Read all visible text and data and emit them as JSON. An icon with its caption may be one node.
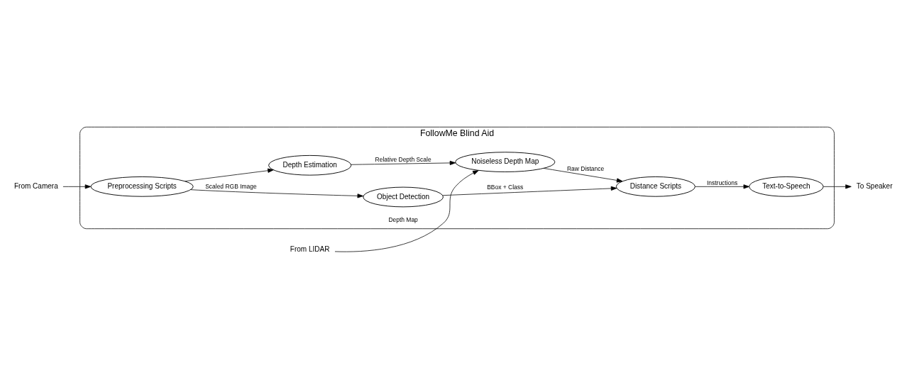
{
  "diagram": {
    "nodes": [
      {
        "text": [
          "From Camera"
        ]
      },
      {
        "text": [
          "FollowMe Blind Aid"
        ]
      },
      {
        "text": [
          "Preprocessing Scripts"
        ],
        "in": 1
      },
      {
        "text": [
          "Object Detection"
        ],
        "in": 1
      },
      {
        "text": [
          "Depth Estimation"
        ],
        "in": 1
      },
      {
        "text": [
          "Distance Scripts"
        ],
        "in": 1
      },
      {
        "text": [
          "Text-to-Speech"
        ],
        "in": 1
      },
      {
        "text": [
          "To Speaker"
        ]
      },
      {
        "text": [
          "From LIDAR"
        ]
      },
      {
        "text": [
          "Noiseless Depth Map"
        ],
        "in": 1
      }
    ],
    "edges": [
      {
        "from": 0,
        "to": 2,
        "arrow": "to"
      },
      {
        "from": 2,
        "to": 3,
        "arrow": "to",
        "label": "Scaled RGB Image"
      },
      {
        "from": 2,
        "to": 4,
        "arrow": "to"
      },
      {
        "from": 3,
        "to": 5,
        "arrow": "to",
        "label": "BBox + Class"
      },
      {
        "from": 4,
        "to": 9,
        "arrow": "to",
        "label": "Relative Depth Scale"
      },
      {
        "from": 8,
        "to": 9,
        "arrow": "to",
        "label": "Depth Map"
      },
      {
        "from": 9,
        "to": 5,
        "arrow": "to",
        "label": "Raw Distance"
      },
      {
        "from": 5,
        "to": 6,
        "arrow": "to",
        "label": "Instructions"
      },
      {
        "from": 6,
        "to": 7,
        "arrow": "to"
      }
    ]
  }
}
